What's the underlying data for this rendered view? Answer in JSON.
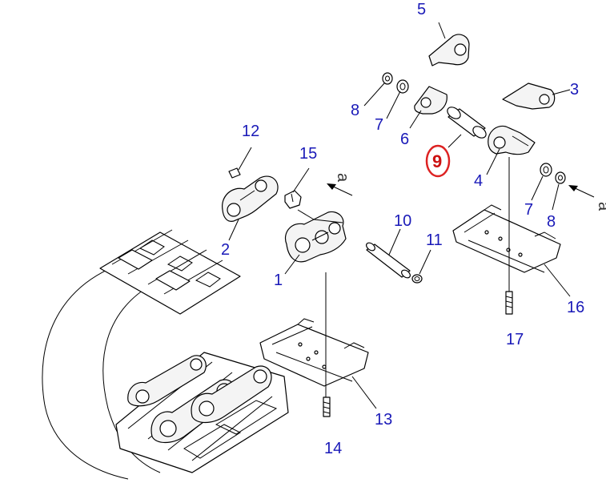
{
  "diagram": {
    "highlighted_part": "9",
    "view_marker": "a",
    "colors": {
      "callout_text": "#1a1ab8",
      "highlight": "#dd2222",
      "line": "#000000"
    },
    "callouts": {
      "p1": "1",
      "p2": "2",
      "p3": "3",
      "p4": "4",
      "p5": "5",
      "p6": "6",
      "p7a": "7",
      "p7b": "7",
      "p8a": "8",
      "p8b": "8",
      "p9": "9",
      "p10": "10",
      "p11": "11",
      "p12": "12",
      "p13": "13",
      "p14": "14",
      "p15": "15",
      "p16": "16",
      "p17": "17"
    }
  }
}
